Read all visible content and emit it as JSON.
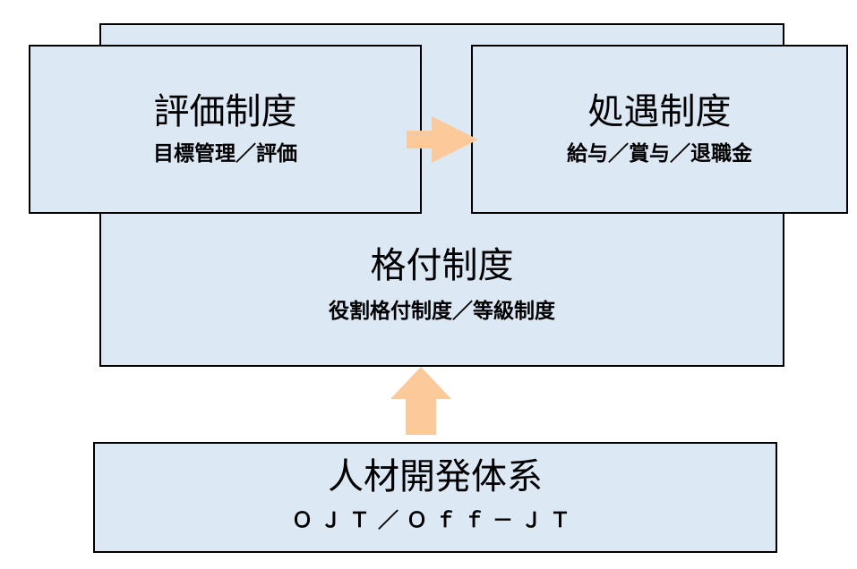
{
  "grading": {
    "title": "格付制度",
    "subtitle": "役割格付制度／等級制度"
  },
  "evaluation": {
    "title": "評価制度",
    "subtitle": "目標管理／評価"
  },
  "treatment": {
    "title": "処遇制度",
    "subtitle": "給与／賞与／退職金"
  },
  "development": {
    "title": "人材開発体系",
    "subtitle": "ＯＪＴ／Ｏｆｆ－ＪＴ"
  },
  "colors": {
    "box_fill": "#dde8f5",
    "border": "#000000",
    "arrow": "#fbc99a"
  }
}
